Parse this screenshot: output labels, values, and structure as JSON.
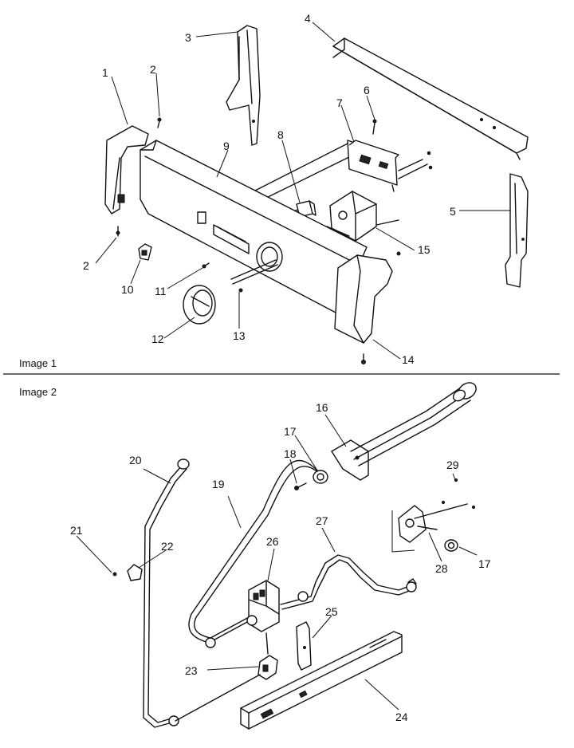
{
  "panels": [
    {
      "caption": "Image 1",
      "callouts": [
        "1",
        "2",
        "2",
        "3",
        "4",
        "5",
        "6",
        "7",
        "8",
        "9",
        "10",
        "11",
        "12",
        "13",
        "14",
        "15"
      ]
    },
    {
      "caption": "Image 2",
      "callouts": [
        "16",
        "17",
        "17",
        "18",
        "19",
        "20",
        "21",
        "22",
        "23",
        "24",
        "25",
        "26",
        "27",
        "28",
        "29"
      ]
    }
  ]
}
